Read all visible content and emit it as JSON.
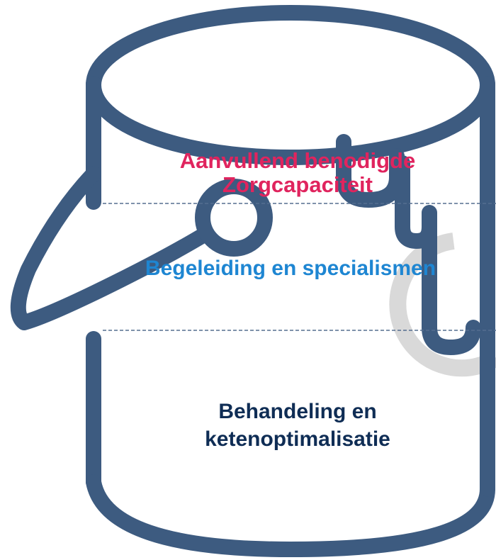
{
  "layers": {
    "top": "Aanvullend benodigde\nZorgcapaciteit",
    "middle": "Begeleiding en specialismen",
    "bottom": "Behandeling en\nketenoptimalisatie"
  },
  "colors": {
    "bucket": "#3d5b80",
    "top_text": "#e0245e",
    "middle_text": "#1e86d2",
    "bottom_text": "#0f2d55",
    "divider": "#556e8f",
    "watermark": "#d9d9d9"
  },
  "icons": [
    "paint-bucket-icon",
    "handle-ring-icon",
    "paint-drip-icon"
  ]
}
